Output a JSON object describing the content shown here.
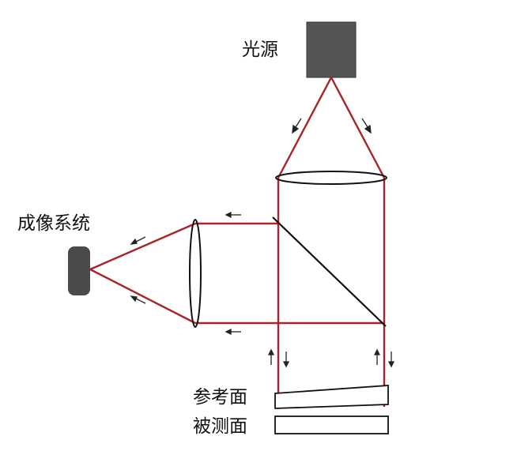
{
  "labels": {
    "light_source": "光源",
    "imaging_system": "成像系统",
    "reference_surface": "参考面",
    "test_surface": "被测面"
  },
  "colors": {
    "beam": "#a8232a",
    "source_block": "#555555",
    "camera_block": "#4a4a4a",
    "outline": "#111111"
  },
  "icons": {
    "direction_arrow": "small-arrow-glyph"
  }
}
